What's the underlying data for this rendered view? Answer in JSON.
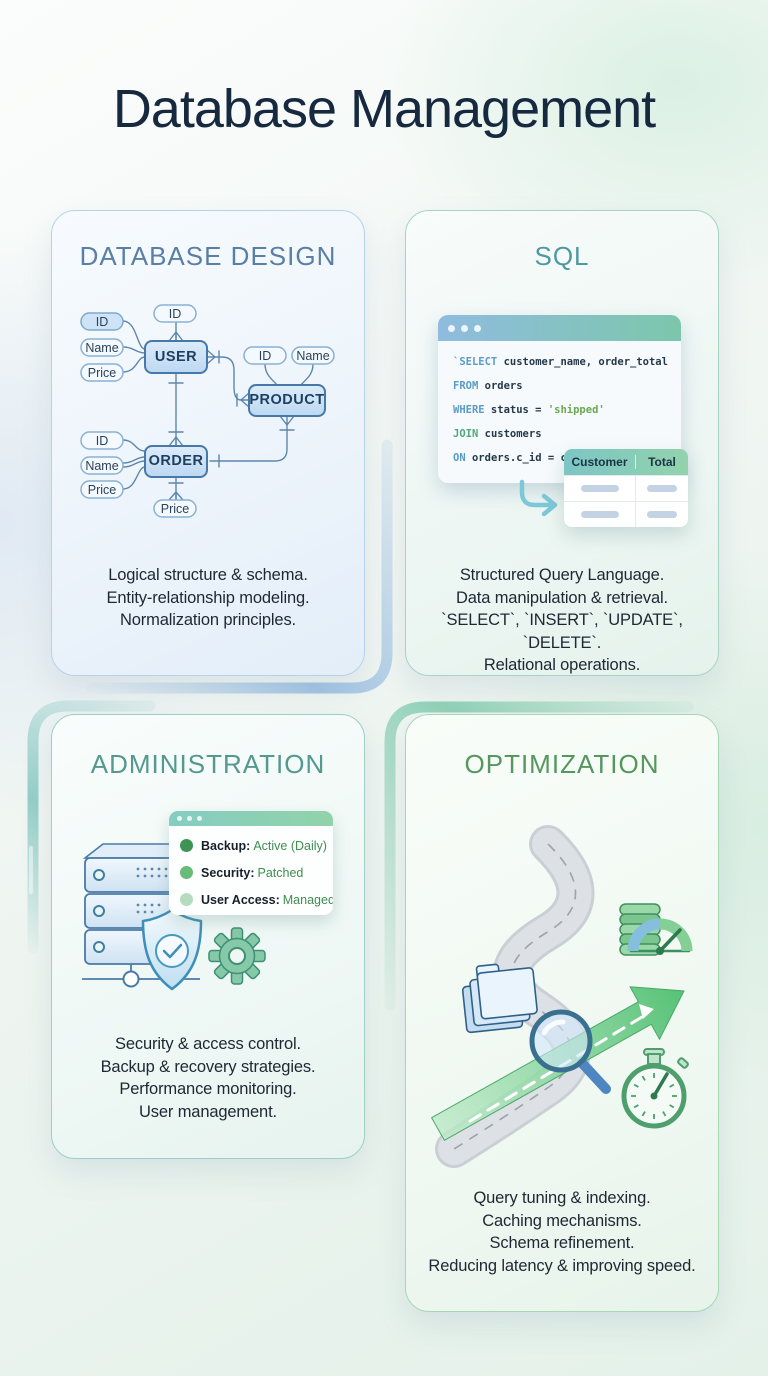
{
  "title": "Database Management",
  "cards": {
    "design": {
      "heading": "DATABASE DESIGN",
      "body": [
        "Logical structure & schema.",
        "Entity-relationship modeling.",
        "Normalization principles."
      ],
      "diagram": {
        "entities": {
          "user": "USER",
          "product": "PRODUCT",
          "order": "ORDER"
        },
        "pills": {
          "user_top": "ID",
          "user_left": [
            "ID",
            "Name",
            "Price"
          ],
          "product_top": [
            "ID",
            "Name"
          ],
          "order_left": [
            "ID",
            "Name",
            "Price"
          ],
          "order_bottom": "Price"
        }
      }
    },
    "sql": {
      "heading": "SQL",
      "window": {
        "code_lines": [
          [
            {
              "t": "`SELECT",
              "c": "kw"
            },
            {
              "t": " customer_name, order_total",
              "c": "pl"
            }
          ],
          [
            {
              "t": "FROM",
              "c": "kw"
            },
            {
              "t": " orders",
              "c": "pl"
            }
          ],
          [
            {
              "t": "WHERE",
              "c": "kw"
            },
            {
              "t": " status = ",
              "c": "pl"
            },
            {
              "t": "'shipped'",
              "c": "str"
            }
          ],
          [
            {
              "t": "JOIN",
              "c": "kw2"
            },
            {
              "t": " customers",
              "c": "pl"
            }
          ],
          [
            {
              "t": "ON",
              "c": "kw"
            },
            {
              "t": " orders.c_id = customers.id;",
              "c": "pl"
            }
          ]
        ]
      },
      "result_table": {
        "columns": [
          "Customer",
          "Total"
        ],
        "placeholder_rows": 2
      },
      "body": [
        "Structured Query Language.",
        "Data manipulation & retrieval.",
        "`SELECT`, `INSERT`, `UPDATE`, `DELETE`.",
        "Relational operations."
      ]
    },
    "admin": {
      "heading": "ADMINISTRATION",
      "status_panel": {
        "items": [
          {
            "label": "Backup:",
            "value": "Active (Daily)"
          },
          {
            "label": "Security:",
            "value": "Patched"
          },
          {
            "label": "User Access:",
            "value": "Managed"
          }
        ]
      },
      "body": [
        "Security & access control.",
        "Backup & recovery strategies.",
        "Performance monitoring.",
        "User management."
      ]
    },
    "optimization": {
      "heading": "OPTIMIZATION",
      "body": [
        "Query tuning & indexing.",
        "Caching mechanisms.",
        "Schema refinement.",
        "Reducing latency & improving speed."
      ]
    }
  },
  "colors": {
    "title_text": "#16293f",
    "design_accent": "#5a7fa6",
    "sql_accent": "#4e98a4",
    "admin_accent": "#54998f",
    "optimization_accent": "#55975f",
    "code_keyword_blue": "#5b9bc8",
    "code_keyword_green": "#53a87b",
    "code_string_green": "#6aa84f",
    "status_value_green": "#3e8e4f",
    "arrow_green": "#56c276",
    "tube_blue": "#9ec2e4",
    "tube_teal": "#8cd0b6"
  }
}
